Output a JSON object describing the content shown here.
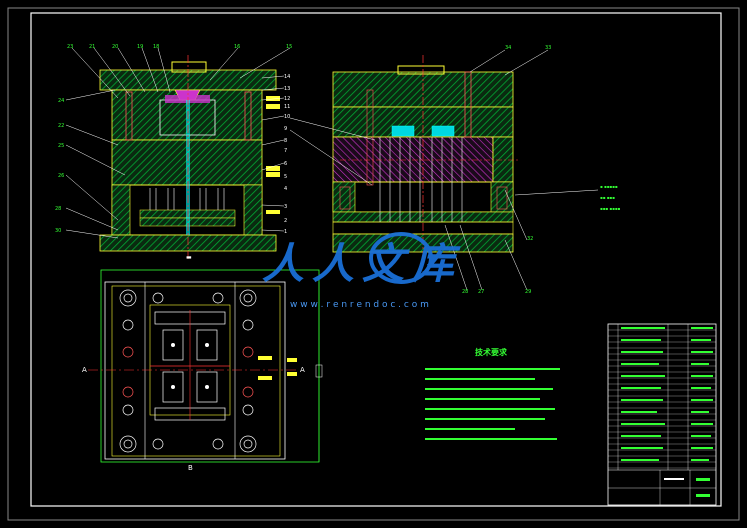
{
  "watermark": {
    "brand": "人人文库",
    "url": "w w w . r e n r e n d o c . c o m"
  },
  "tech_requirements": {
    "title": "技术要求"
  },
  "view_labels": {
    "section_a_left": "A",
    "section_a_right": "A",
    "section_b": "B"
  },
  "part_callouts": {
    "right_top_a": "34",
    "right_top_b": "33",
    "right_mid": "32",
    "right_bot_a": "28",
    "right_bot_b": "27",
    "right_bot_c": "29"
  },
  "colors": {
    "background": "#000000",
    "frame": "#ffffff",
    "outline": "#ffff33",
    "annotation": "#33ff33",
    "centerline": "#ff3333",
    "hatch_green": "#00aa33",
    "hatch_magenta": "#cc33cc",
    "cyan": "#00ffff",
    "watermark": "#1a6fd6"
  }
}
